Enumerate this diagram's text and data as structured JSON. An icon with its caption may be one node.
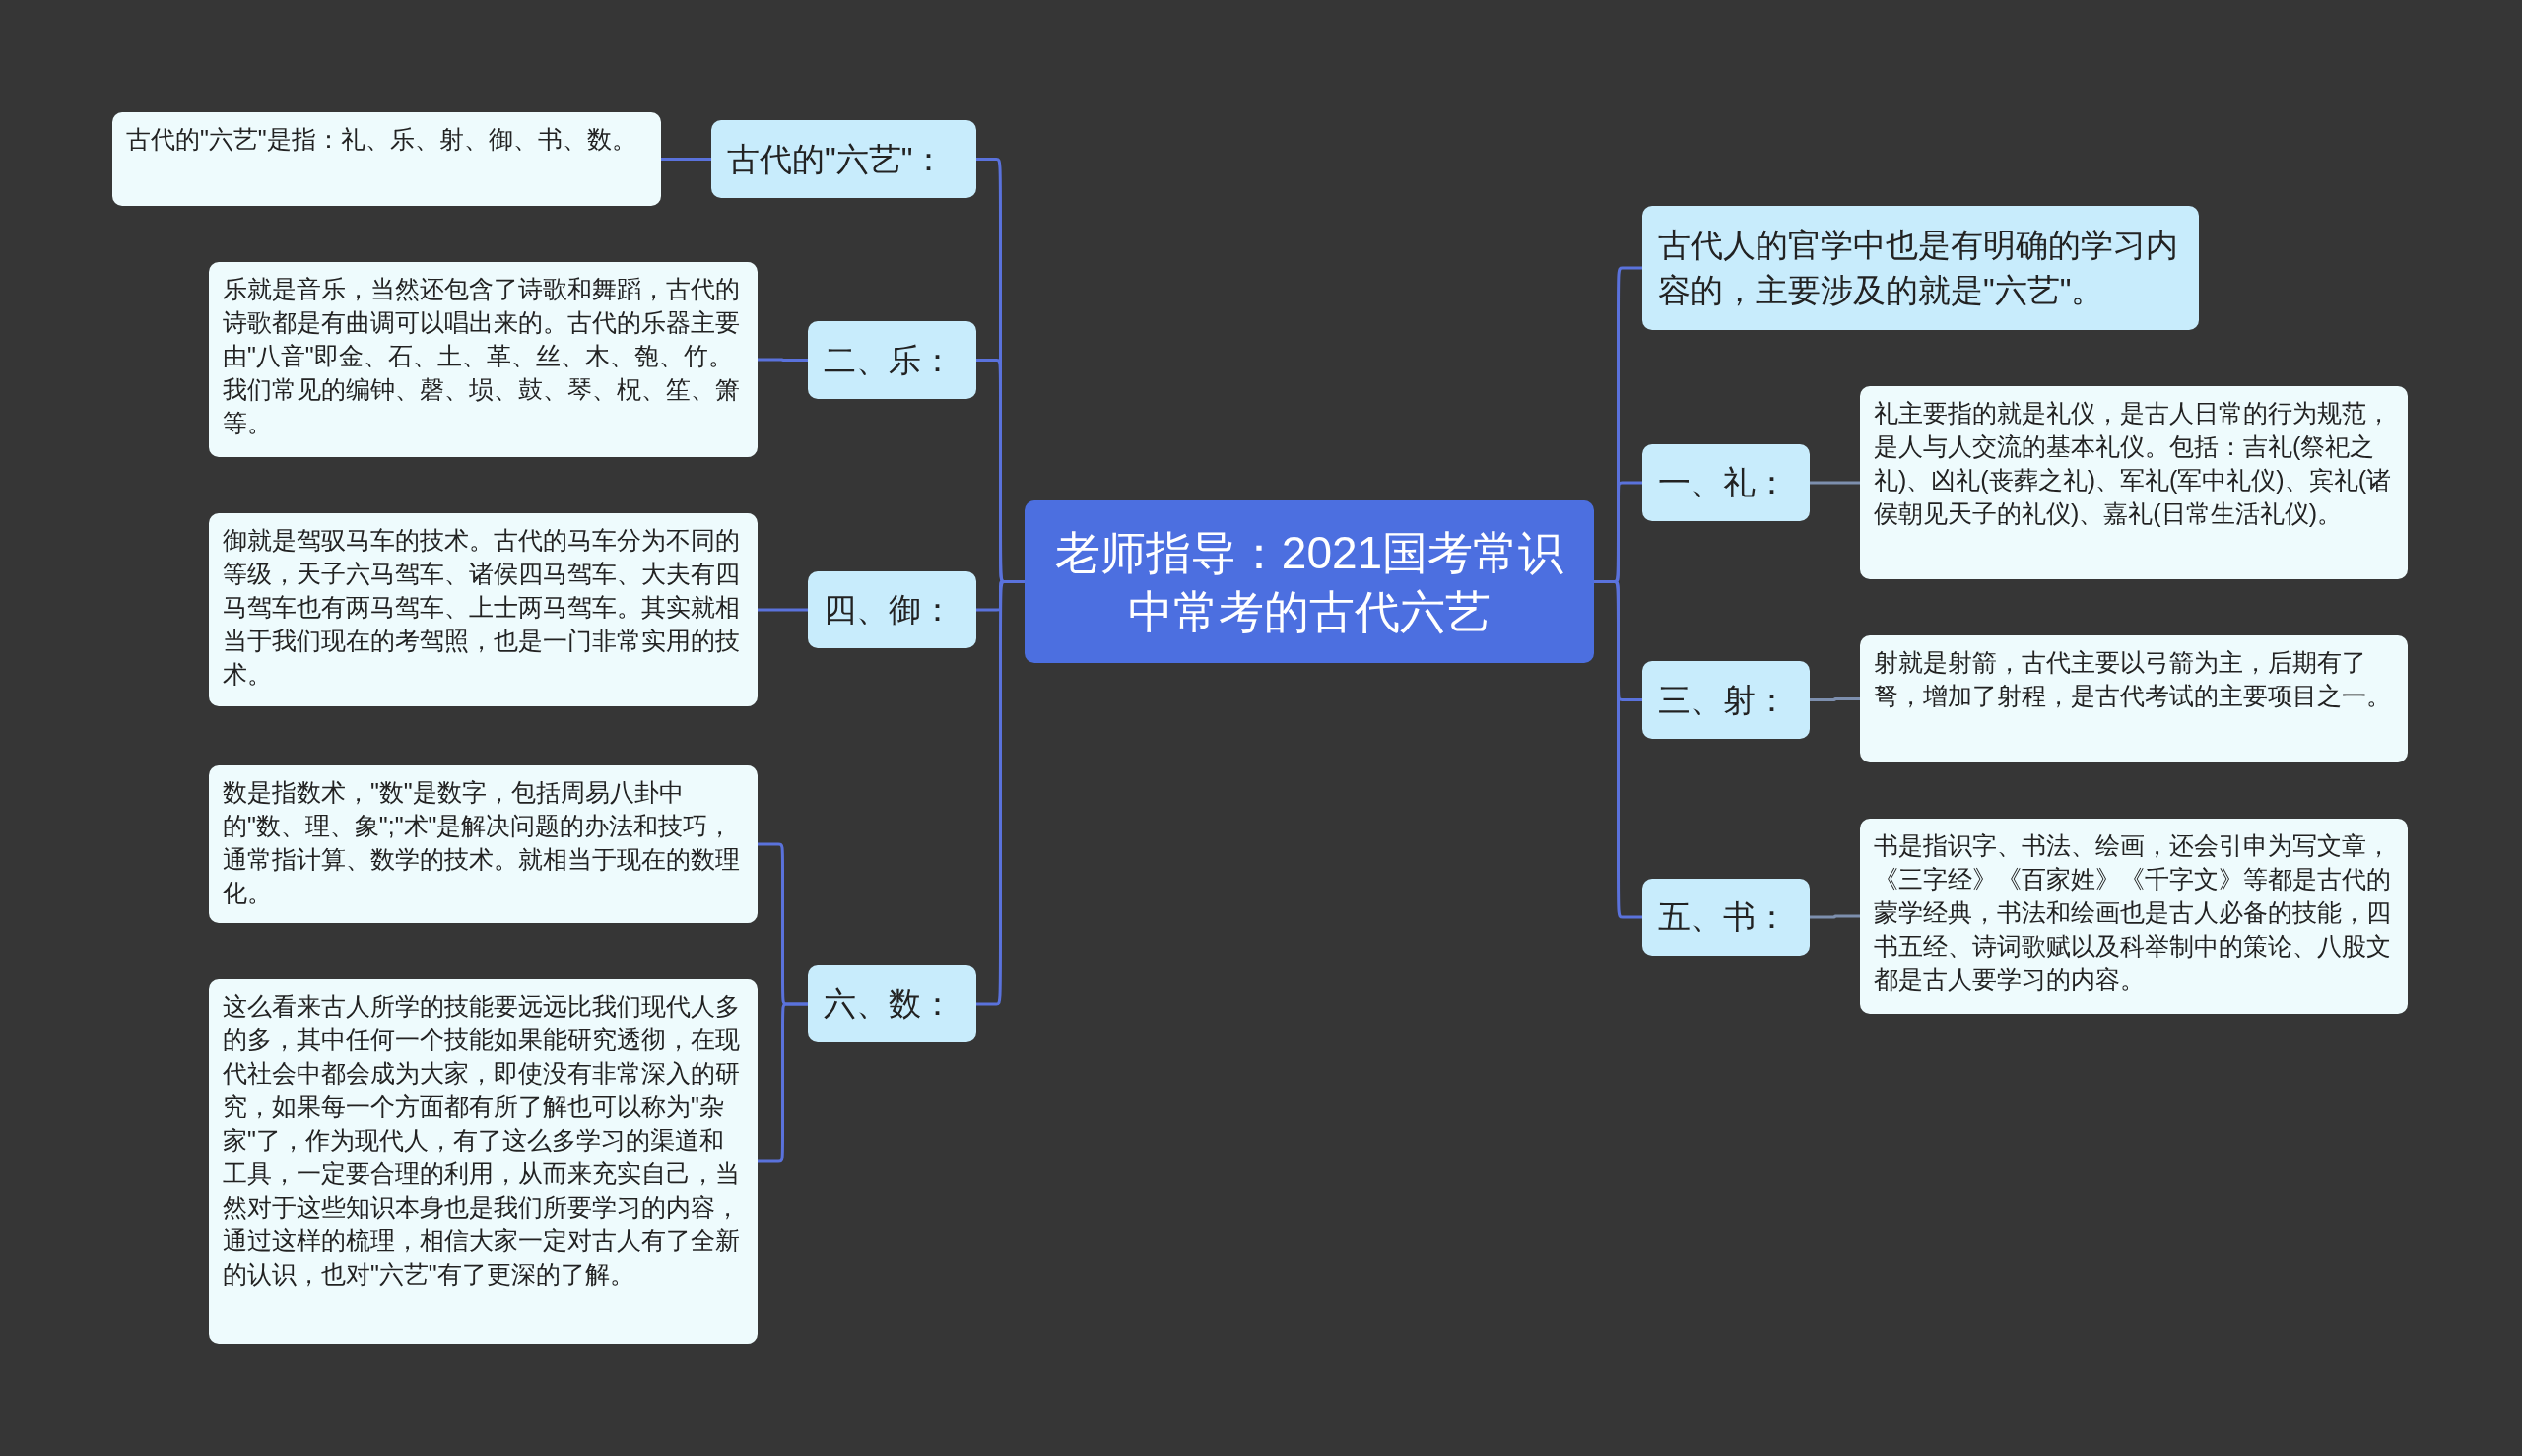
{
  "diagram": {
    "nodes": [
      {
        "text": [
          "老师指导：2021国考常识中常考的古代六艺"
        ]
      },
      {
        "text": [
          "古代的\"六艺\"："
        ]
      },
      {
        "text": [
          "古代的\"六艺\"是指：礼、乐、射、御、书、数。"
        ]
      },
      {
        "text": [
          "二、乐："
        ]
      },
      {
        "text": [
          "乐就是音乐，当然还包含了诗歌和舞蹈，古代的诗歌都是有曲调可以唱出来的。古代的乐器主要由\"八音\"即金、石、土、革、丝、木、匏、竹。我们常见的编钟、磬、埙、鼓、琴、柷、笙、箫等。"
        ]
      },
      {
        "text": [
          "四、御："
        ]
      },
      {
        "text": [
          "御就是驾驭马车的技术。古代的马车分为不同的等级，天子六马驾车、诸侯四马驾车、大夫有四马驾车也有两马驾车、上士两马驾车。其实就相当于我们现在的考驾照，也是一门非常实用的技术。"
        ]
      },
      {
        "text": [
          "六、数："
        ]
      },
      {
        "text": [
          "数是指数术，\"数\"是数字，包括周易八卦中的\"数、理、象\";\"术\"是解决问题的办法和技巧，通常指计算、数学的技术。就相当于现在的数理化。"
        ]
      },
      {
        "text": [
          "这么看来古人所学的技能要远远比我们现代人多的多，其中任何一个技能如果能研究透彻，在现代社会中都会成为大家，即使没有非常深入的研究，如果每一个方面都有所了解也可以称为\"杂家\"了，作为现代人，有了这么多学习的渠道和工具，一定要合理的利用，从而来充实自己，当然对于这些知识本身也是我们所要学习的内容，通过这样的梳理，相信大家一定对古人有了全新的认识，也对\"六艺\"有了更深的了解。"
        ]
      },
      {
        "text": [
          "古代人的官学中也是有明确的学习内容的，主要涉及的就是\"六艺\"。"
        ]
      },
      {
        "text": [
          "一、礼："
        ]
      },
      {
        "text": [
          "礼主要指的就是礼仪，是古人日常的行为规范，是人与人交流的基本礼仪。包括：吉礼(祭祀之礼)、凶礼(丧葬之礼)、军礼(军中礼仪)、宾礼(诸侯朝见天子的礼仪)、嘉礼(日常生活礼仪)。"
        ]
      },
      {
        "text": [
          "三、射："
        ]
      },
      {
        "text": [
          "射就是射箭，古代主要以弓箭为主，后期有了弩，增加了射程，是古代考试的主要项目之一。"
        ]
      },
      {
        "text": [
          "五、书："
        ]
      },
      {
        "text": [
          "书是指识字、书法、绘画，还会引申为写文章，《三字经》《百家姓》《千字文》等都是古代的蒙学经典，书法和绘画也是古人必备的技能，四书五经、诗词歌赋以及科举制中的策论、八股文都是古人要学习的内容。"
        ]
      }
    ],
    "edges": [
      {
        "from": 0,
        "to": 1,
        "arrow": "none"
      },
      {
        "from": 1,
        "to": 2,
        "arrow": "none"
      },
      {
        "from": 0,
        "to": 3,
        "arrow": "none"
      },
      {
        "from": 3,
        "to": 4,
        "arrow": "none"
      },
      {
        "from": 0,
        "to": 5,
        "arrow": "none"
      },
      {
        "from": 5,
        "to": 6,
        "arrow": "none"
      },
      {
        "from": 0,
        "to": 7,
        "arrow": "none"
      },
      {
        "from": 7,
        "to": 8,
        "arrow": "none"
      },
      {
        "from": 7,
        "to": 9,
        "arrow": "none"
      },
      {
        "from": 0,
        "to": 10,
        "arrow": "none"
      },
      {
        "from": 0,
        "to": 11,
        "arrow": "none"
      },
      {
        "from": 11,
        "to": 12,
        "arrow": "none",
        "color": "#7d8fae"
      },
      {
        "from": 0,
        "to": 13,
        "arrow": "none"
      },
      {
        "from": 13,
        "to": 14,
        "arrow": "none",
        "color": "#7d8fae"
      },
      {
        "from": 0,
        "to": 15,
        "arrow": "none"
      },
      {
        "from": 15,
        "to": 16,
        "arrow": "none",
        "color": "#7d8fae"
      }
    ]
  }
}
